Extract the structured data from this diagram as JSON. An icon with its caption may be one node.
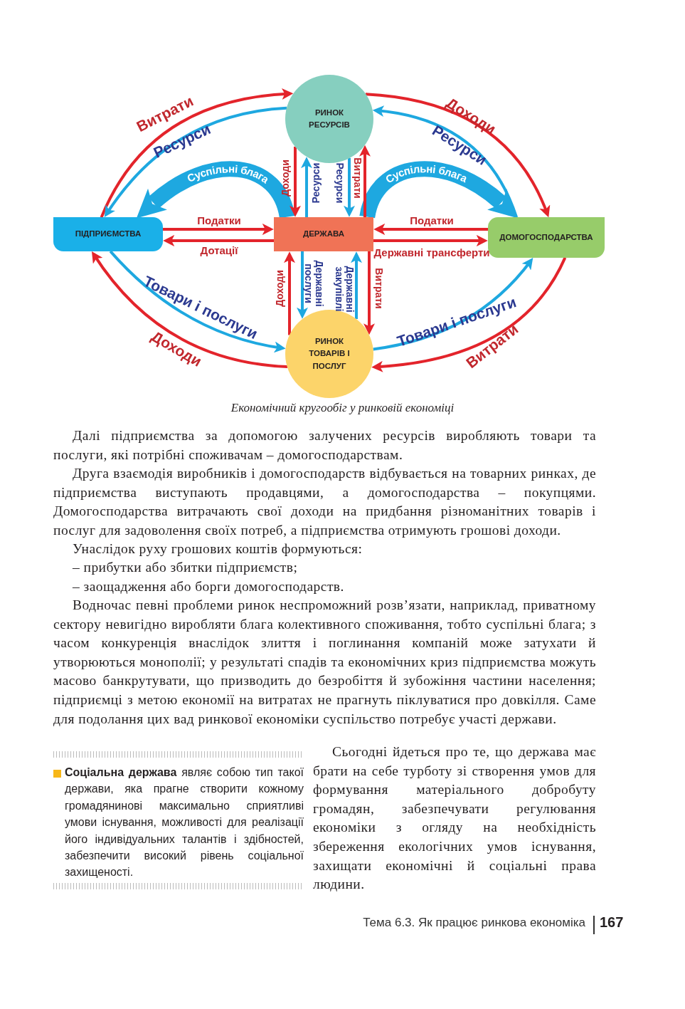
{
  "diagram": {
    "caption": "Економічний кругообіг у ринковій економіці",
    "nodes": [
      {
        "text": [
          "РИНОК РЕСУРСІВ"
        ]
      },
      {
        "text": [
          "ПІДПРИЄМСТВА"
        ]
      },
      {
        "text": [
          "ДЕРЖАВА"
        ]
      },
      {
        "text": [
          "ДОМОГОСПОДАРСТВА"
        ]
      },
      {
        "text": [
          "РИНОК ТОВАРІВ І ПОСЛУГ"
        ]
      }
    ],
    "edges": [
      {
        "from": 1,
        "to": 0,
        "arrow": "to",
        "label": "Витрати"
      },
      {
        "from": 0,
        "to": 1,
        "arrow": "to",
        "label": "Ресурси",
        "color": "#1ea8e0"
      },
      {
        "from": 0,
        "to": 3,
        "arrow": "to",
        "label": "Доходи"
      },
      {
        "from": 3,
        "to": 0,
        "arrow": "to",
        "label": "Ресурси",
        "color": "#1ea8e0"
      },
      {
        "from": 2,
        "to": 1,
        "arrow": "to",
        "label": "Суспільні блага",
        "style": "thick",
        "color": "#1ea8e0"
      },
      {
        "from": 2,
        "to": 3,
        "arrow": "to",
        "label": "Суспільні блага",
        "style": "thick",
        "color": "#1ea8e0"
      },
      {
        "from": 1,
        "to": 2,
        "arrow": "to",
        "label": "Податки"
      },
      {
        "from": 2,
        "to": 1,
        "arrow": "to",
        "label": "Дотації"
      },
      {
        "from": 3,
        "to": 2,
        "arrow": "to",
        "label": "Податки"
      },
      {
        "from": 2,
        "to": 3,
        "arrow": "to",
        "label": "Державні трансферти"
      },
      {
        "from": 0,
        "to": 2,
        "arrow": "to",
        "label": "Доходи"
      },
      {
        "from": 2,
        "to": 0,
        "arrow": "to",
        "label": "Ресурси",
        "color": "#1ea8e0"
      },
      {
        "from": 0,
        "to": 2,
        "arrow": "to",
        "label": "Ресурси",
        "color": "#1ea8e0"
      },
      {
        "from": 2,
        "to": 0,
        "arrow": "to",
        "label": "Витрати"
      },
      {
        "from": 4,
        "to": 2,
        "arrow": "to",
        "label": "Доходи"
      },
      {
        "from": 2,
        "to": 4,
        "arrow": "to",
        "label": "Державні послуги",
        "color": "#1ea8e0"
      },
      {
        "from": 4,
        "to": 2,
        "arrow": "to",
        "label": "Державні закупівлі",
        "color": "#1ea8e0"
      },
      {
        "from": 2,
        "to": 4,
        "arrow": "to",
        "label": "Витрати"
      },
      {
        "from": 1,
        "to": 4,
        "arrow": "to",
        "label": "Товари і послуги",
        "color": "#1ea8e0"
      },
      {
        "from": 4,
        "to": 1,
        "arrow": "to",
        "label": "Доходи"
      },
      {
        "from": 4,
        "to": 3,
        "arrow": "to",
        "label": "Товари і послуги",
        "color": "#1ea8e0"
      },
      {
        "from": 3,
        "to": 4,
        "arrow": "to",
        "label": "Витрати"
      }
    ],
    "labels": [
      "Далі підприємства за допомогою залучених ресурсів виробляють товари та послуги, які потрібні споживачам – домогосподарствам.",
      "Друга взаємодія виробників і домогосподарств відбувається на товарних ринках, де підприємства виступають продавцями, а домогосподарства – покупцями. Домогосподарства витрачають свої доходи на придбання різноманітних товарів і послуг для задоволення своїх потреб, а підприємства отримують грошові доходи.",
      "Унаслідок руху грошових коштів формуються:",
      "– прибутки або збитки підприємств;",
      "– заощадження або борги домогосподарств.",
      "Водночас певні проблеми ринок неспроможний розв’язати, наприклад, приватному сектору невигідно виробляти блага колективного споживання, тобто суспільні блага; з часом конкуренція внаслідок злиття і поглинання компаній може затухати й утворюються монополії; у результаті спадів та економічних криз підприємства можуть масово банкрутувати, що призводить до безробіття й зубожіння частини населення; підприємці з метою економії на витратах не прагнуть піклуватися про довкілля. Саме для подолання цих вад ринкової економіки суспільство потребує участі держави.",
      "**Соціальна держава** являє собою тип такої держави, яка прагне створити кожному громадянинові максимально сприятливі умови існування, можливості для реалізації його індивідуальних талантів і здібностей, забезпечити високий рівень соціальної захищеності.",
      "Сьогодні йдеться про те, що держава має брати на себе турботу зі створення умов для формування матеріального добробуту громадян, забезпечувати регулювання економіки з огляду на необхідність збереження екологічних умов існування, захищати економічні й соціальні права людини.",
      "Тема 6.3. Як працює ринкова економіка",
      "167"
    ]
  }
}
